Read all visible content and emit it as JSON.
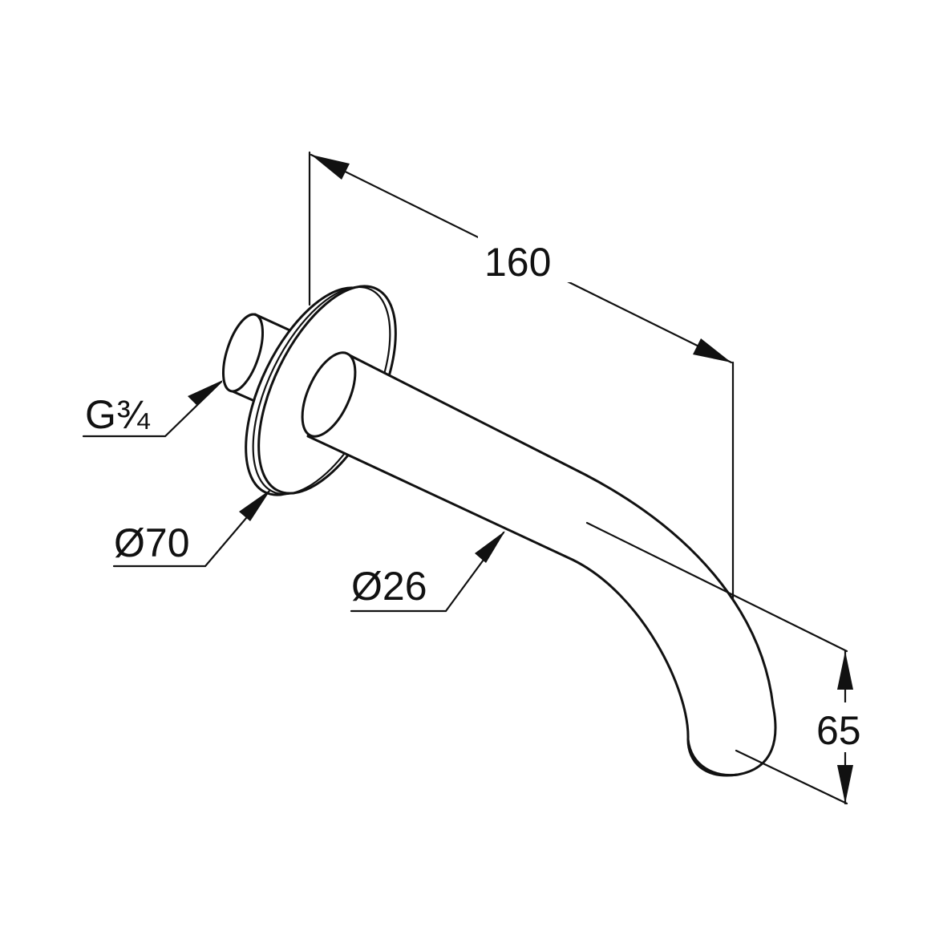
{
  "dimensions": {
    "length_label": "160",
    "height_label": "65",
    "thread_label": "G¾",
    "rosette_diameter_label": "Ø70",
    "spout_diameter_label": "Ø26"
  },
  "colors": {
    "line": "#111111",
    "background": "#ffffff"
  }
}
